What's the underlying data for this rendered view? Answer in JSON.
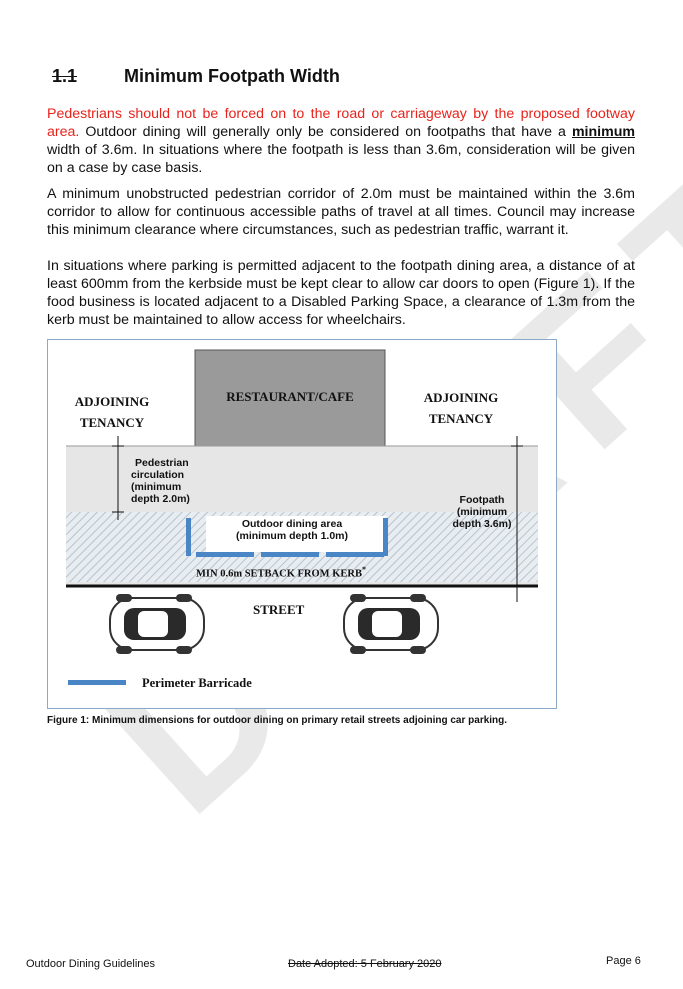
{
  "heading": {
    "number": "1.1",
    "title": "Minimum Footpath Width"
  },
  "paragraphs": {
    "p1_red": "Pedestrians should not be forced on to the road or carriageway by the proposed footway area.",
    "p1_a": " Outdoor dining will generally only be considered on footpaths that have a ",
    "p1_bold": "minimum",
    "p1_b": " width of 3.6m. In situations where the footpath is less than 3.6m, consideration will be given on a case by case basis.",
    "p2": "A minimum unobstructed pedestrian corridor of 2.0m must be maintained within the 3.6m corridor to allow for continuous accessible paths of travel at all times. Council may increase this minimum clearance where circumstances, such as pedestrian traffic, warrant it.",
    "p3": "In situations where parking is permitted adjacent to the footpath dining area, a distance of at least 600mm from the kerbside must be kept clear to allow car doors to open (Figure 1). If the food business is located adjacent to a Disabled Parking Space, a clearance of 1.3m from the kerb must be maintained to allow access for wheelchairs."
  },
  "figure": {
    "adjoining_left_1": "ADJOINING",
    "adjoining_left_2": "TENANCY",
    "restaurant": "RESTAURANT/CAFE",
    "adjoining_right_1": "ADJOINING",
    "adjoining_right_2": "TENANCY",
    "pedestrian_1": "Pedestrian",
    "pedestrian_2": "circulation",
    "pedestrian_3": "(minimum",
    "pedestrian_4": "depth 2.0m)",
    "dining_1": "Outdoor dining area",
    "dining_2": "(minimum depth 1.0m)",
    "footpath_1": "Footpath",
    "footpath_2": "(minimum",
    "footpath_3": "depth 3.6m)",
    "setback": "MIN 0.6m SETBACK FROM KERB",
    "setback_mark": "*",
    "street": "STREET",
    "legend": "Perimeter Barricade",
    "colors": {
      "barricade": "#4a86c5",
      "footpath": "#e6e6e6",
      "building": "#9a9a9a"
    }
  },
  "caption": "Figure 1: Minimum dimensions for outdoor dining on primary retail streets adjoining car parking.",
  "footer": {
    "left": "Outdoor Dining Guidelines",
    "center": "Date Adopted: 5 February 2020",
    "right": "Page 6"
  },
  "watermark": "DRAFT"
}
